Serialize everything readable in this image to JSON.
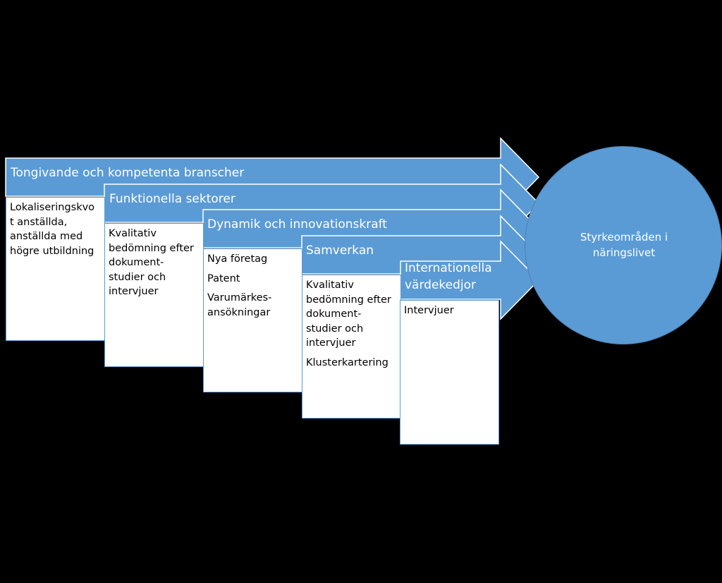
{
  "colors": {
    "background": "#000000",
    "arrow_fill": "#5b9bd5",
    "arrow_outline": "#ffffff",
    "box_fill": "#ffffff",
    "box_border": "#5b9bd5",
    "circle_fill": "#5b9bd5"
  },
  "goal": {
    "line1": "Styrkeområden i",
    "line2": "näringslivet"
  },
  "stages": [
    {
      "title": [
        "Tongivande och kompetenta branscher"
      ],
      "items": [
        [
          "Lokaliseringskvo",
          "t anställda,",
          "anställda med",
          "högre utbildning"
        ]
      ]
    },
    {
      "title": [
        "Funktionella sektorer"
      ],
      "items": [
        [
          "Kvalitativ",
          "bedömning efter",
          "dokument-",
          "studier och",
          "intervjuer"
        ]
      ]
    },
    {
      "title": [
        "Dynamik och innovationskraft"
      ],
      "items": [
        [
          "Nya företag"
        ],
        [
          "Patent"
        ],
        [
          "Varumärkes-",
          "ansökningar"
        ]
      ]
    },
    {
      "title": [
        "Samverkan"
      ],
      "items": [
        [
          "Kvalitativ",
          "bedömning efter",
          "dokument-",
          "studier och",
          "intervjuer"
        ],
        [
          "Klusterkartering"
        ]
      ]
    },
    {
      "title": [
        "Internationella",
        "värdekedjor"
      ],
      "items": [
        [
          "Intervjuer"
        ]
      ]
    }
  ]
}
